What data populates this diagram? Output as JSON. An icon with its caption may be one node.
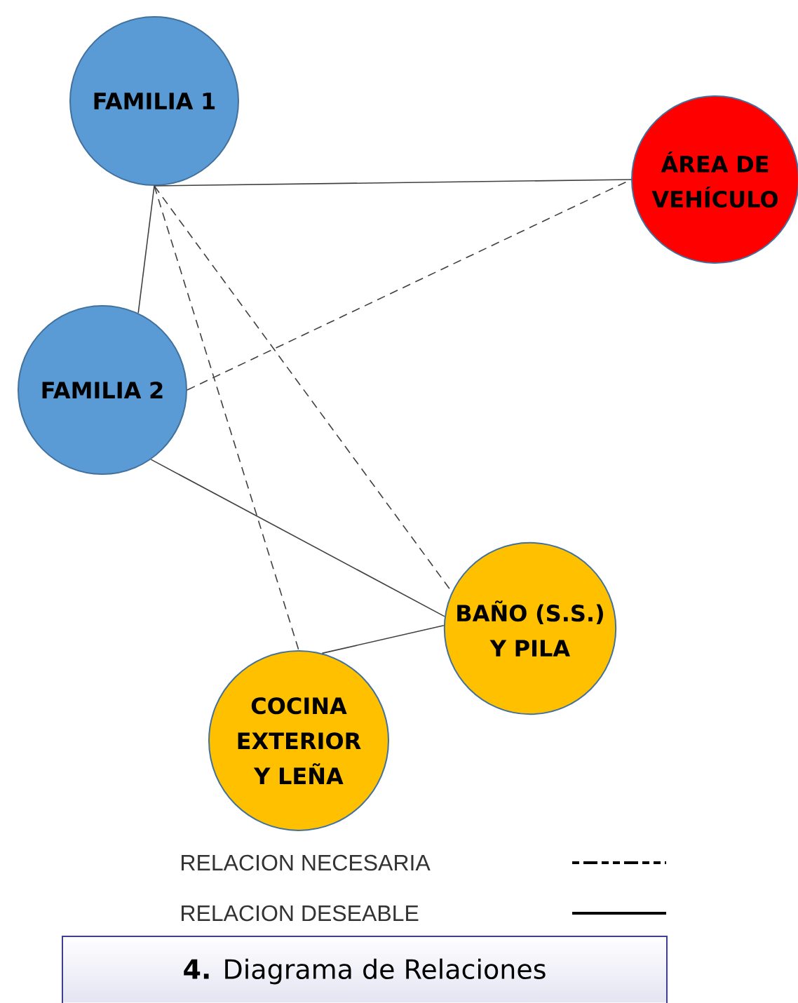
{
  "diagram": {
    "caption": "**4.** Diagrama de Relaciones",
    "nodes": [
      {
        "text": [
          "FAMILIA 1"
        ]
      },
      {
        "text": [
          "ÁREA DE VEHÍCULO"
        ]
      },
      {
        "text": [
          "FAMILIA 2"
        ]
      },
      {
        "text": [
          "BAÑO (S.S.) Y PILA"
        ]
      },
      {
        "text": [
          "COCINA EXTERIOR Y LEÑA"
        ]
      }
    ],
    "edges": [
      {
        "from": 0,
        "to": 1,
        "arrow": "none"
      },
      {
        "from": 0,
        "to": 2,
        "arrow": "none"
      },
      {
        "from": 0,
        "to": 4,
        "arrow": "none",
        "style": "dashed"
      },
      {
        "from": 0,
        "to": 3,
        "arrow": "none",
        "style": "dashed"
      },
      {
        "from": 2,
        "to": 1,
        "arrow": "none",
        "style": "dashed"
      },
      {
        "from": 2,
        "to": 3,
        "arrow": "none"
      },
      {
        "from": 4,
        "to": 3,
        "arrow": "none"
      }
    ],
    "legend": [
      {
        "text": "RELACION NECESARIA"
      },
      {
        "text": "RELACION DESEABLE"
      }
    ]
  }
}
